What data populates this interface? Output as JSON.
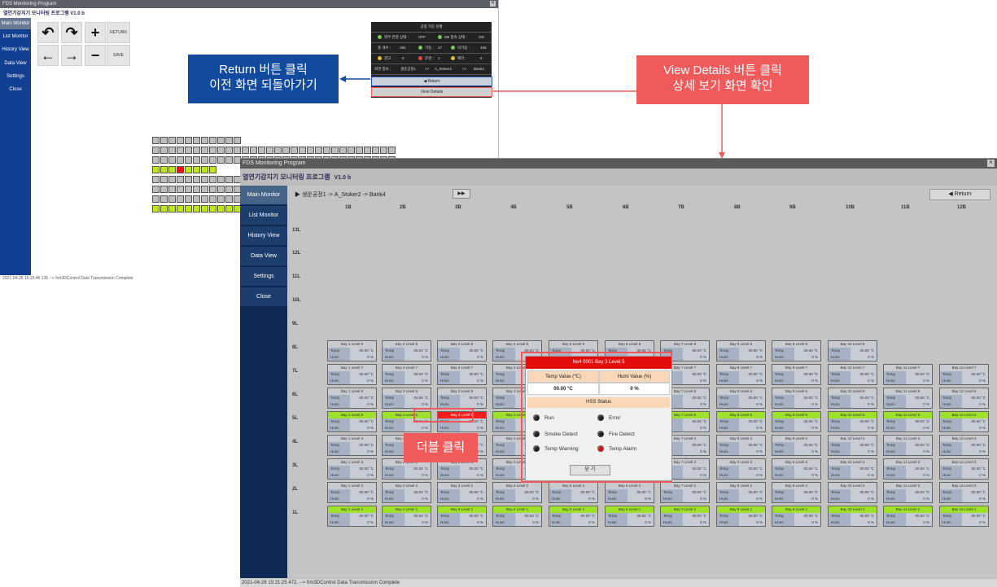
{
  "window1": {
    "title": "FDS Monitoring Program",
    "close_glyph": "✕",
    "app_title": "열연기감지기 모니터링 프로그램 V1.0 b",
    "menu": [
      "Main Monitor",
      "List Monitor",
      "History View",
      "Data View",
      "Settings",
      "Close"
    ],
    "arrow_buttons": [
      "↶",
      "↷",
      "+",
      "←",
      "→",
      "−"
    ],
    "return_label": "RETURN",
    "save_label": "SAVE",
    "status_panel": {
      "title": "공정 가동 현황",
      "row1": [
        "외부 연결 상태 :",
        "OFF",
        "DB 접속 상태 :",
        "ON"
      ],
      "row2": [
        "총 개수 :",
        "192",
        "가동 :",
        "27",
        "비가동 :",
        "165"
      ],
      "row3": [
        "경고 :",
        "0",
        "운영 :",
        "1",
        "에러 :",
        "0"
      ],
      "row4": [
        "화면 정보 :",
        "생운공정1",
        ">>",
        "A_Stoker2",
        ">>",
        "Bank4"
      ]
    },
    "return_button": "◀ Return",
    "view_details_button": "View Details",
    "status_line": "2021-04-26 15:15:46 135 --> frm3DControl Data Transmission Complete"
  },
  "callouts": {
    "blue": [
      "Return 버튼 클릭",
      "이전 화면 되돌아가기"
    ],
    "red": [
      "View Details 버튼 클릭",
      "상세 보기 화면 확인"
    ],
    "double_click": "더블 클릭"
  },
  "window2": {
    "title": "FDS Monitoring Program",
    "close_glyph": "✕",
    "app_title": "열연기감지기 모니터링 프로그램",
    "version": "V1.0 b",
    "menu": [
      "Main Monitor",
      "List Monitor",
      "History View",
      "Data View",
      "Settings",
      "Close"
    ],
    "breadcrumb": "▶  생운공정1 -> A_Stoker2 -> Bank4",
    "play_label": "▶▶",
    "return_label": "◀   Return",
    "bays": [
      "1B",
      "2B",
      "3B",
      "4B",
      "5B",
      "6B",
      "7B",
      "8B",
      "9B",
      "10B",
      "11B",
      "12B"
    ],
    "levels": [
      "13L",
      "12L",
      "11L",
      "10L",
      "9L",
      "8L",
      "7L",
      "6L",
      "5L",
      "4L",
      "3L",
      "2L",
      "1L"
    ],
    "cell_temp_label": "Temp",
    "cell_temp_value": "00.00 °C",
    "cell_humi_label": "Humi",
    "cell_humi_value": "0 %",
    "status_line": "2021-04-26 15:21:25 472, --> frm3DControl Data Transmission Complete"
  },
  "dialog": {
    "header": "No4 0001   Bay 3   Level 5",
    "temp_label": "Temp Value (℃)",
    "humi_label": "Humi Value (%)",
    "temp_value": "00.00 °C",
    "humi_value": "0 %",
    "hss_title": "HSS Status",
    "status_items": [
      "Run",
      "Error",
      "Smoke Detect",
      "Fire Detect",
      "Temp Warning",
      "Temp Alarm"
    ],
    "close_label": "닫 기"
  }
}
